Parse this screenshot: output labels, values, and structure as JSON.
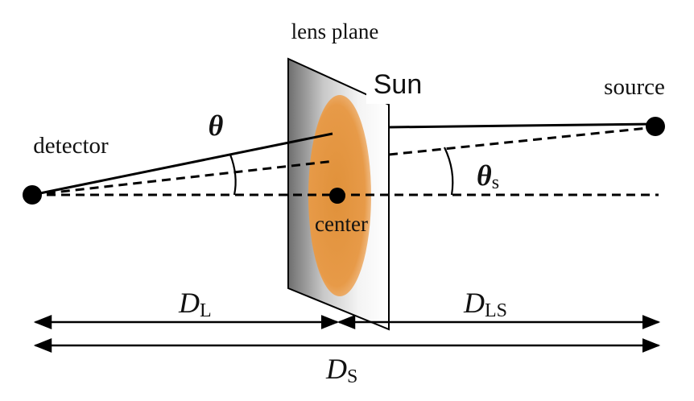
{
  "labels": {
    "lens_plane": "lens plane",
    "sun": "Sun",
    "source": "source",
    "detector": "detector",
    "center": "center",
    "theta": "θ",
    "theta_s_symbol": "θ",
    "theta_s_sub": "s",
    "d_l_main": "D",
    "d_l_sub": "L",
    "d_ls_main": "D",
    "d_ls_sub": "LS",
    "d_s_main": "D",
    "d_s_sub": "S"
  },
  "colors": {
    "line": "#000000",
    "sun_center": "#e0913a",
    "sun_edge": "#f3c79a",
    "plane_dark": "#6e6e6e",
    "plane_light": "#ffffff"
  }
}
